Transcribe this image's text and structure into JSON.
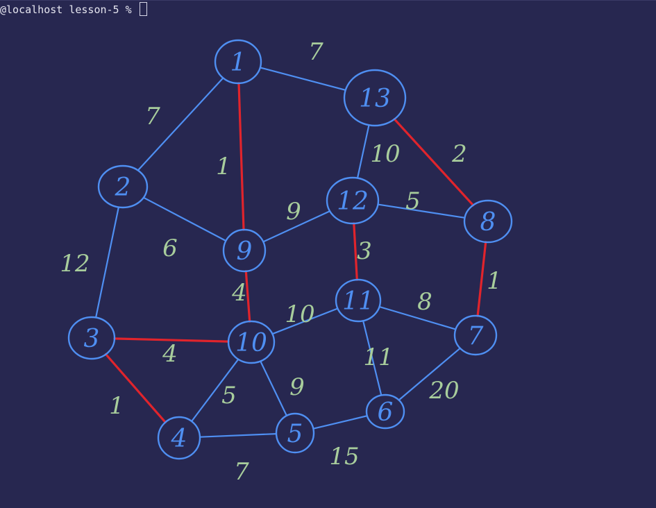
{
  "terminal": {
    "prompt": "@localhost lesson-5 % "
  },
  "colors": {
    "background": "#272750",
    "node_stroke": "#4f8ff2",
    "edge_normal": "#4f8ff2",
    "edge_highlight": "#e0242c",
    "weight_text": "#a8cd9c"
  },
  "graph": {
    "nodes": [
      {
        "id": "1",
        "label": "1"
      },
      {
        "id": "2",
        "label": "2"
      },
      {
        "id": "3",
        "label": "3"
      },
      {
        "id": "4",
        "label": "4"
      },
      {
        "id": "5",
        "label": "5"
      },
      {
        "id": "6",
        "label": "6"
      },
      {
        "id": "7",
        "label": "7"
      },
      {
        "id": "8",
        "label": "8"
      },
      {
        "id": "9",
        "label": "9"
      },
      {
        "id": "10",
        "label": "10"
      },
      {
        "id": "11",
        "label": "11"
      },
      {
        "id": "12",
        "label": "12"
      },
      {
        "id": "13",
        "label": "13"
      }
    ],
    "edges": [
      {
        "from": "1",
        "to": "13",
        "weight": "7",
        "highlighted": false
      },
      {
        "from": "1",
        "to": "2",
        "weight": "7",
        "highlighted": false
      },
      {
        "from": "1",
        "to": "9",
        "weight": "1",
        "highlighted": true
      },
      {
        "from": "13",
        "to": "12",
        "weight": "10",
        "highlighted": false
      },
      {
        "from": "13",
        "to": "8",
        "weight": "2",
        "highlighted": true
      },
      {
        "from": "2",
        "to": "9",
        "weight": "6",
        "highlighted": false
      },
      {
        "from": "2",
        "to": "3",
        "weight": "12",
        "highlighted": false
      },
      {
        "from": "9",
        "to": "12",
        "weight": "9",
        "highlighted": false
      },
      {
        "from": "9",
        "to": "10",
        "weight": "4",
        "highlighted": true
      },
      {
        "from": "12",
        "to": "8",
        "weight": "5",
        "highlighted": false
      },
      {
        "from": "12",
        "to": "11",
        "weight": "3",
        "highlighted": true
      },
      {
        "from": "8",
        "to": "7",
        "weight": "1",
        "highlighted": true
      },
      {
        "from": "11",
        "to": "10",
        "weight": "10",
        "highlighted": false
      },
      {
        "from": "11",
        "to": "7",
        "weight": "8",
        "highlighted": false
      },
      {
        "from": "11",
        "to": "6",
        "weight": "11",
        "highlighted": false
      },
      {
        "from": "3",
        "to": "10",
        "weight": "4",
        "highlighted": true
      },
      {
        "from": "3",
        "to": "4",
        "weight": "1",
        "highlighted": true
      },
      {
        "from": "10",
        "to": "4",
        "weight": "5",
        "highlighted": false
      },
      {
        "from": "10",
        "to": "5",
        "weight": "9",
        "highlighted": false
      },
      {
        "from": "4",
        "to": "5",
        "weight": "7",
        "highlighted": false
      },
      {
        "from": "5",
        "to": "6",
        "weight": "15",
        "highlighted": false
      },
      {
        "from": "6",
        "to": "7",
        "weight": "20",
        "highlighted": false
      }
    ]
  }
}
